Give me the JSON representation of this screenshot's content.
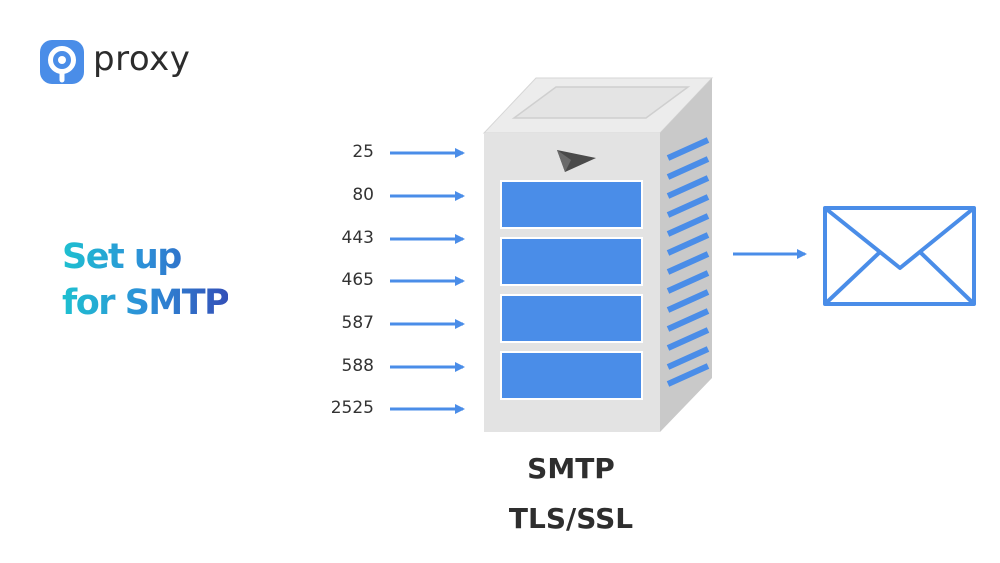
{
  "brand": {
    "name": "proxy",
    "color": "#4a8de8"
  },
  "headline": {
    "line1": "Set up",
    "line2": "for SMTP"
  },
  "ports": [
    "25",
    "80",
    "443",
    "465",
    "587",
    "588",
    "2525"
  ],
  "server": {
    "label_protocol": "SMTP",
    "label_security": "TLS/SSL",
    "icon": "paper-plane-icon"
  },
  "output": {
    "icon": "envelope-icon"
  },
  "colors": {
    "accent_blue": "#4a8de8",
    "server_body": "#e3e3e3",
    "server_side": "#c9c9c9",
    "text_dark": "#2e2e2e"
  }
}
